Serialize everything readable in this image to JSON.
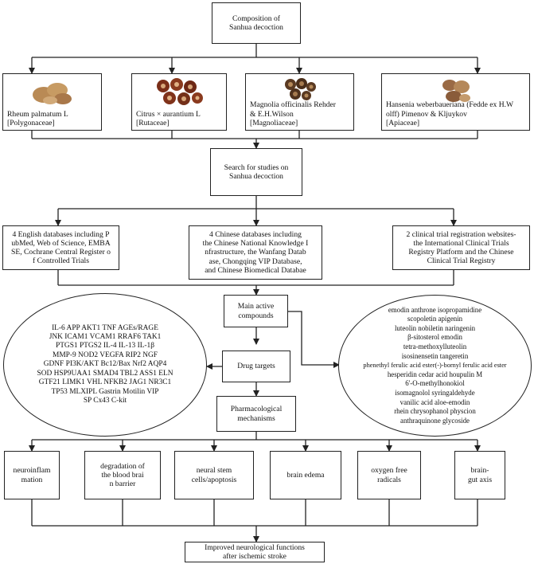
{
  "top": {
    "lines": [
      "Composition of",
      "Sanhua decoction"
    ]
  },
  "herbs": [
    {
      "lines": [
        "Rheum palmatum L",
        "[Polygonaceae]"
      ],
      "icon": "rhubarb-root-photo",
      "color": "#b98a55"
    },
    {
      "lines": [
        "Citrus × aurantium L",
        "[Rutaceae]"
      ],
      "icon": "citrus-slices-photo",
      "color": "#7a2e18"
    },
    {
      "lines": [
        "Magnolia officinalis Rehder",
        "& E.H.Wilson",
        "[Magnoliaceae]"
      ],
      "icon": "magnolia-bark-photo",
      "color": "#5a3a22"
    },
    {
      "lines": [
        "Hansenia weberbaueriana (Fedde ex H.W",
        "olff) Pimenov & Kljuykov",
        "[Apiaceae]"
      ],
      "icon": "hansenia-root-photo",
      "color": "#9a6a45"
    }
  ],
  "search": {
    "lines": [
      "Search for studies on",
      "Sanhua decoction"
    ]
  },
  "databases": [
    {
      "lines": [
        "4 English databases including P",
        "ubMed, Web of Science, EMBA",
        "SE, Cochrane Central Register o",
        "f Controlled Trials"
      ]
    },
    {
      "lines": [
        "4 Chinese databases including",
        "the Chinese National Knowledge I",
        "nfrastructure, the Wanfang Datab",
        "ase, Chongqing VIP Database,",
        "and Chinese Biomedical Databae"
      ]
    },
    {
      "lines": [
        "2 clinical trial registration websites-",
        "the International Clinical Trials",
        "Registry Platform and the Chinese",
        "Clinical Trial Registry"
      ]
    }
  ],
  "compounds_box": {
    "lines": [
      "Main active",
      "compounds"
    ]
  },
  "targets_box": {
    "lines": [
      "Drug targets"
    ]
  },
  "mechanisms_box": {
    "lines": [
      "Pharmacological",
      "mechanisms"
    ]
  },
  "targets_list": [
    "IL-6  APP  AKT1  TNF  AGEs/RAGE",
    "JNK  ICAM1  VCAM1  RRAF6  TAK1",
    "PTGS1  PTGS2  IL-4  IL-13  IL-1β",
    "MMP-9  NOD2  VEGFA  RIP2  NGF",
    "GDNF  PI3K/AKT  Bc12/Bax  Nrf2  AQP4",
    "SOD  HSP9UAA1  SMAD4  TBL2  ASS1  ELN",
    "GTF21  LIMK1  VHL  NFKB2  JAG1  NR3C1",
    "TP53  MLXIPL  Gastrin  Motilin  VIP",
    "SP  Cx43  C-kit"
  ],
  "compounds_list": [
    "emodin anthrone    isopropamidine",
    "scopoletin    apigenin",
    "luteolin    nobiletin    naringenin",
    "β-sitosterol    emodin",
    "tetra-methoxylluteolin",
    "isosinensetin    tangeretin",
    "phenethyl ferulic acid ester(-)-bornyl ferulic acid ester",
    "hesperidin    cedar acid    houpulin M",
    "6'-O-methylhonokiol",
    "isomagnolol    syringaldehyde",
    "vanilic acid    aloe-emodin",
    "rhein    chrysophanol    physcion",
    "anthraquinone glycoside"
  ],
  "mechanisms": [
    {
      "lines": [
        "neuroinflam",
        "mation"
      ]
    },
    {
      "lines": [
        "degradation of",
        "the blood brai",
        "n barrier"
      ]
    },
    {
      "lines": [
        "neural stem",
        "cells/apoptosis"
      ]
    },
    {
      "lines": [
        "brain edema"
      ]
    },
    {
      "lines": [
        "oxygen free",
        "radicals"
      ]
    },
    {
      "lines": [
        "brain-",
        "gut axis"
      ]
    }
  ],
  "outcome": {
    "lines": [
      "Improved neurological functions",
      "after ischemic stroke"
    ]
  }
}
